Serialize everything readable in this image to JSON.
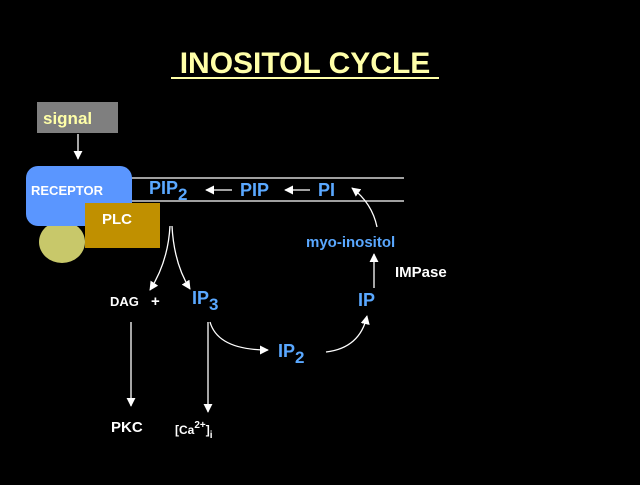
{
  "title": "INOSITOL CYCLE",
  "signal": "signal",
  "receptor": "RECEPTOR",
  "plc": "PLC",
  "pip": "PIP",
  "pip2_base": "PIP",
  "pip2_sub": "2",
  "pi": "PI",
  "myo_inositol": "myo-inositol",
  "impase": "IMPase",
  "ip": "IP",
  "ip2_base": "IP",
  "ip2_sub": "2",
  "ip3_base": "IP",
  "ip3_sub": "3",
  "dag": "DAG",
  "plus": "+",
  "pkc": "PKC",
  "ca_open": "[Ca",
  "ca_charge": "2+",
  "ca_close": "]",
  "ca_sub": "i",
  "colors": {
    "background": "#000000",
    "title": "#ffffa8",
    "signal_box": "#7f7f7f",
    "signal_text": "#ffffa8",
    "receptor": "#5a96ff",
    "plc": "#c09000",
    "g_protein": "#c8c86a",
    "metabolite": "#5aa8ff",
    "label": "#ffffff"
  }
}
